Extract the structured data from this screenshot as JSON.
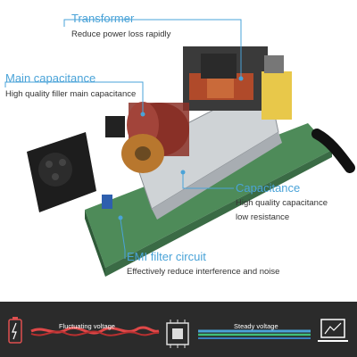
{
  "accent_color": "#4aa3d8",
  "callouts": [
    {
      "id": "transformer",
      "title": "Transformer",
      "description": "Reduce power loss rapidly"
    },
    {
      "id": "main-capacitance",
      "title": "Main capacitance",
      "description": "High quality filler main capacitance"
    },
    {
      "id": "capacitance",
      "title": "Capacitance",
      "description_line1": "High quality capacitance",
      "description_line2": "low resistance"
    },
    {
      "id": "emi-filter",
      "title": "EMI filter circuit",
      "description": "Effectively reduce interference and noise"
    }
  ],
  "bottom_band": {
    "left_label": "Fluctuating voltage",
    "right_label": "Steady voltage",
    "icons": [
      "battery-charging-icon",
      "chip-icon",
      "laptop-chart-icon"
    ]
  }
}
